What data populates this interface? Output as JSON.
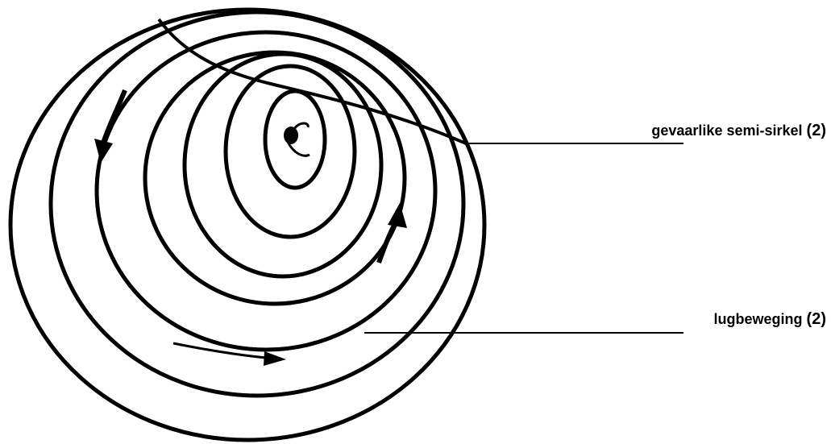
{
  "colors": {
    "ink": "#000000",
    "background": "#ffffff"
  },
  "labels": {
    "dangerous_semicircle": {
      "text": "gevaarlike semi-sirkel",
      "marks": "(2)"
    },
    "air_movement": {
      "text": "lugbeweging",
      "marks": "(2)"
    }
  }
}
